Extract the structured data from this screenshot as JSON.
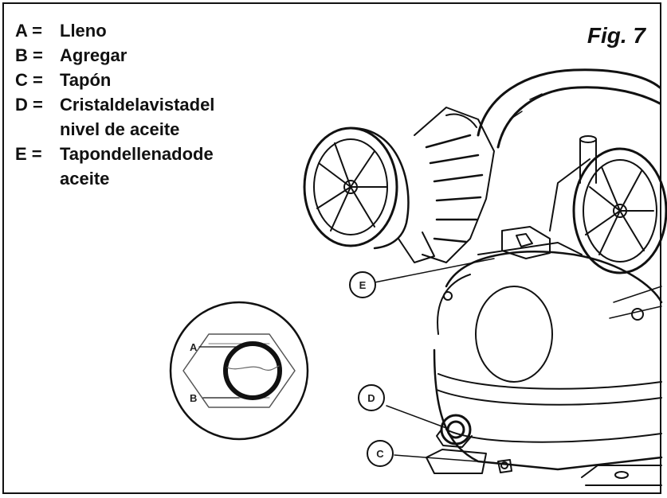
{
  "figure_label": "Fig. 7",
  "legend": [
    {
      "key": "A =",
      "lines": [
        "Lleno"
      ]
    },
    {
      "key": "B =",
      "lines": [
        "Agregar"
      ]
    },
    {
      "key": "C =",
      "lines": [
        "Tapón"
      ]
    },
    {
      "key": "D =",
      "lines": [
        "Cristaldelavistadel",
        "nivel de aceite"
      ]
    },
    {
      "key": "E =",
      "lines": [
        "Tapondellenadode",
        "aceite"
      ]
    }
  ],
  "callouts": {
    "A": "A",
    "B": "B",
    "C": "C",
    "D": "D",
    "E": "E"
  }
}
